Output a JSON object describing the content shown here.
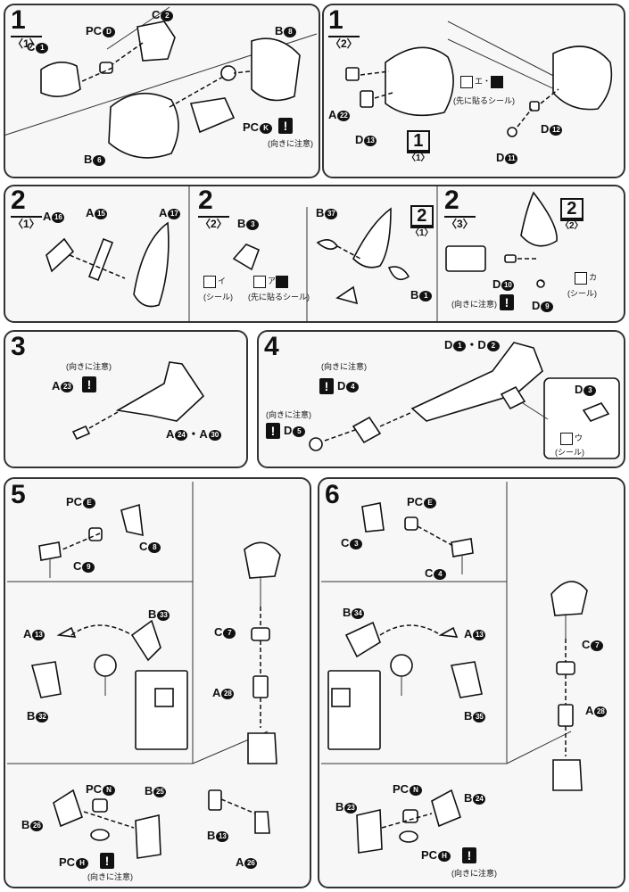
{
  "steps": {
    "s1a": {
      "num": "1",
      "sub": "〈1〉",
      "labels": {
        "c1": "C",
        "c1n": "1",
        "c2": "C",
        "c2n": "2",
        "pcd": "PC",
        "pcdn": "D",
        "b8": "B",
        "b8n": "8",
        "pck": "PC",
        "pckn": "K",
        "b6": "B",
        "b6n": "6"
      },
      "note": "(向きに注意)"
    },
    "s1b": {
      "num": "1",
      "sub": "〈2〉",
      "labels": {
        "a22": "A",
        "a22n": "22",
        "d13": "D",
        "d13n": "13",
        "d12": "D",
        "d12n": "12",
        "d11": "D",
        "d11n": "11"
      },
      "sticker": "エ・",
      "sticker_note": "(先に貼るシール)",
      "ref_big": "1",
      "ref_small": "〈1〉"
    },
    "s2a": {
      "num": "2",
      "sub": "〈1〉",
      "labels": {
        "a16": "A",
        "a16n": "16",
        "a15": "A",
        "a15n": "15",
        "a17": "A",
        "a17n": "17"
      }
    },
    "s2b": {
      "num": "2",
      "sub": "〈2〉",
      "labels": {
        "b3": "B",
        "b3n": "3",
        "b37": "B",
        "b37n": "37",
        "b1": "B",
        "b1n": "1"
      },
      "sticker_i": "イ",
      "sticker_i_note": "(シール)",
      "sticker_a": "ア",
      "sticker_a_note": "(先に貼るシール)",
      "ref_big": "2",
      "ref_small": "〈1〉"
    },
    "s2c": {
      "num": "2",
      "sub": "〈3〉",
      "labels": {
        "d10": "D",
        "d10n": "10",
        "d9": "D",
        "d9n": "9"
      },
      "sticker": "カ",
      "sticker_note": "(シール)",
      "note": "(向きに注意)",
      "ref_big": "2",
      "ref_small": "〈2〉"
    },
    "s3": {
      "num": "3",
      "labels": {
        "a23": "A",
        "a23n": "23",
        "a24": "A",
        "a24n": "24",
        "dot": "・",
        "a30": "A",
        "a30n": "30"
      },
      "note": "(向きに注意)"
    },
    "s4": {
      "num": "4",
      "labels": {
        "d1": "D",
        "d1n": "1",
        "dot": "・",
        "d2": "D",
        "d2n": "2",
        "d4": "D",
        "d4n": "4",
        "d5": "D",
        "d5n": "5",
        "d3": "D",
        "d3n": "3"
      },
      "note1": "(向きに注意)",
      "note2": "(向きに注意)",
      "sticker": "ウ",
      "sticker_note": "(シール)"
    },
    "s5": {
      "num": "5",
      "labels": {
        "pce": "PC",
        "pcen": "E",
        "c8": "C",
        "c8n": "8",
        "c9": "C",
        "c9n": "9",
        "a13": "A",
        "a13n": "13",
        "b33": "B",
        "b33n": "33",
        "b32": "B",
        "b32n": "32",
        "c7": "C",
        "c7n": "7",
        "a28": "A",
        "a28n": "28",
        "pcn": "PC",
        "pcnn": "N",
        "b25": "B",
        "b25n": "25",
        "b26": "B",
        "b26n": "26",
        "pch": "PC",
        "pchn": "H",
        "b13": "B",
        "b13n": "13",
        "a26": "A",
        "a26n": "26"
      },
      "note": "(向きに注意)"
    },
    "s6": {
      "num": "6",
      "labels": {
        "pce": "PC",
        "pcen": "E",
        "c3": "C",
        "c3n": "3",
        "c4": "C",
        "c4n": "4",
        "b34": "B",
        "b34n": "34",
        "a13": "A",
        "a13n": "13",
        "b35": "B",
        "b35n": "35",
        "c7": "C",
        "c7n": "7",
        "a28": "A",
        "a28n": "28",
        "pcn": "PC",
        "pcnn": "N",
        "b23": "B",
        "b23n": "23",
        "b24": "B",
        "b24n": "24",
        "pch": "PC",
        "pchn": "H"
      },
      "note": "(向きに注意)"
    }
  },
  "warn_symbol": "!"
}
